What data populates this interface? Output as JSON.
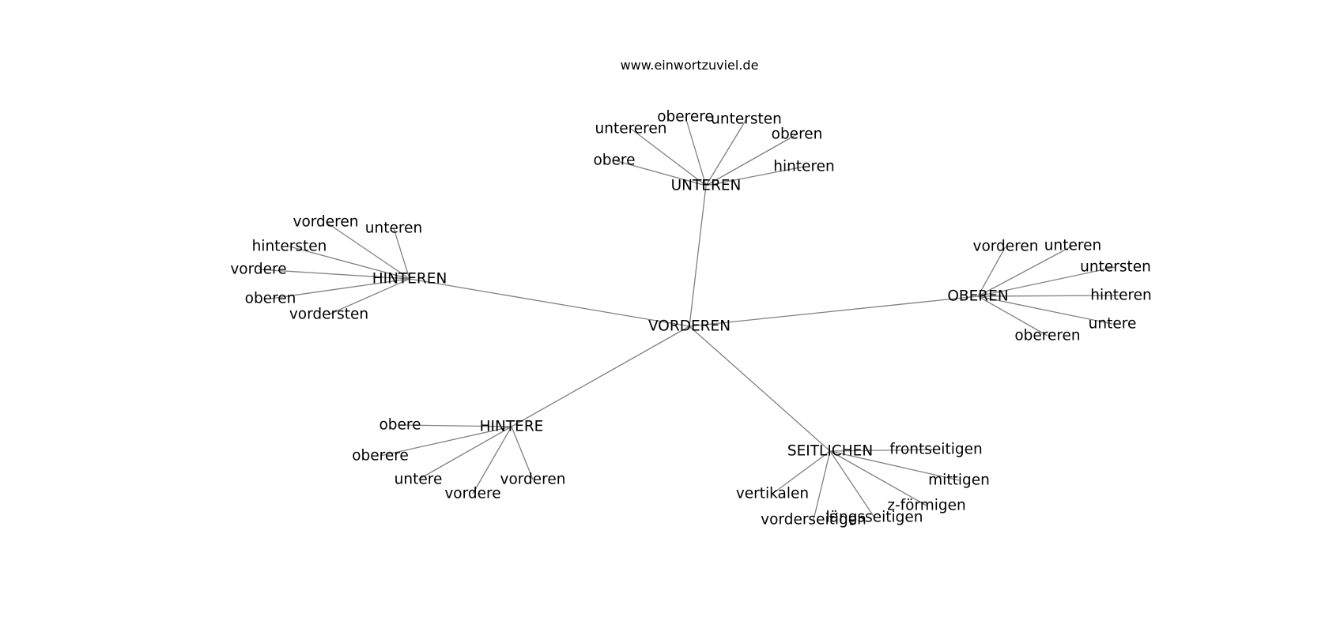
{
  "title": "www.einwortzuviel.de",
  "colors": {
    "background": "#ffffff",
    "edge": "#808080",
    "text": "#000000"
  },
  "graph": {
    "center": "VORDEREN",
    "hubs": [
      {
        "label": "UNTEREN",
        "leaves": [
          "untereren",
          "oberere",
          "untersten",
          "oberen",
          "obere",
          "hinteren"
        ]
      },
      {
        "label": "HINTEREN",
        "leaves": [
          "vorderen",
          "unteren",
          "hintersten",
          "vordere",
          "oberen",
          "vordersten"
        ]
      },
      {
        "label": "OBEREN",
        "leaves": [
          "vorderen",
          "unteren",
          "untersten",
          "hinteren",
          "untere",
          "obereren"
        ]
      },
      {
        "label": "HINTERE",
        "leaves": [
          "obere",
          "oberere",
          "untere",
          "vordere",
          "vorderen"
        ]
      },
      {
        "label": "SEITLICHEN",
        "leaves": [
          "frontseitigen",
          "mittigen",
          "vertikalen",
          "z-förmigen",
          "vorderseitigen",
          "längsseitigen"
        ]
      }
    ]
  }
}
